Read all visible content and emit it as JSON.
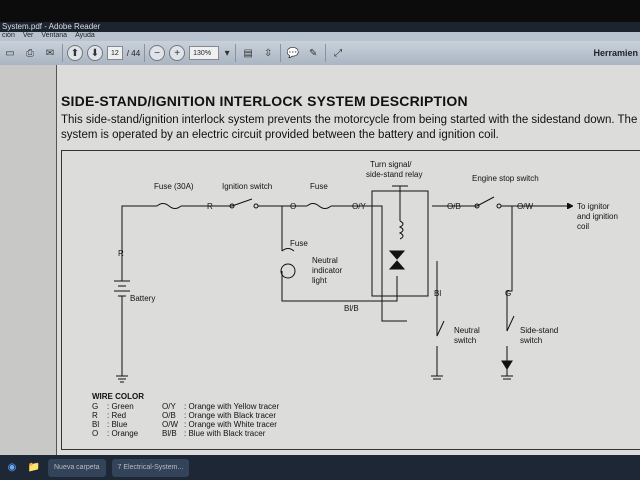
{
  "window": {
    "title": "System.pdf - Adobe Reader"
  },
  "menu": [
    "ción",
    "Ver",
    "Ventana",
    "Ayuda"
  ],
  "toolbar": {
    "page_current": "12",
    "page_total": "/ 44",
    "zoom": "130%",
    "tools_label": "Herramien"
  },
  "document": {
    "heading": "SIDE-STAND/IGNITION INTERLOCK SYSTEM DESCRIPTION",
    "paragraph": "This side-stand/ignition interlock system prevents the motorcycle from being started with the sidestand down. The system is operated by an electric circuit provided between the battery and ignition coil.",
    "diagram": {
      "fuse30": "Fuse (30A)",
      "ign": "Ignition switch",
      "fuse": "Fuse",
      "relay1": "Turn signal/",
      "relay2": "side-stand relay",
      "engstop": "Engine stop switch",
      "r1": "R",
      "r2": "R",
      "o": "O",
      "oy": "O/Y",
      "ob": "O/B",
      "ow": "O/W",
      "to1": "To ignitor",
      "to2": "and ignition",
      "to3": "coil",
      "fuse2": "Fuse",
      "neut1": "Neutral",
      "neut2": "indicator",
      "neut3": "light",
      "battery": "Battery",
      "blb": "Bl/B",
      "bl": "Bl",
      "g": "G",
      "ns1": "Neutral",
      "ns2": "switch",
      "ss1": "Side-stand",
      "ss2": "switch",
      "wc_title": "WIRE COLOR",
      "wc": [
        [
          "G",
          ": Green"
        ],
        [
          "R",
          ": Red"
        ],
        [
          "Bl",
          ": Blue"
        ],
        [
          "O",
          ": Orange"
        ]
      ],
      "wc2": [
        [
          "O/Y",
          ": Orange with Yellow tracer"
        ],
        [
          "O/B",
          ": Orange with Black tracer"
        ],
        [
          "O/W",
          ": Orange with White tracer"
        ],
        [
          "Bl/B",
          ": Blue with Black tracer"
        ]
      ]
    }
  },
  "taskbar": [
    "Nueva carpeta",
    "7 Electrical-System..."
  ]
}
